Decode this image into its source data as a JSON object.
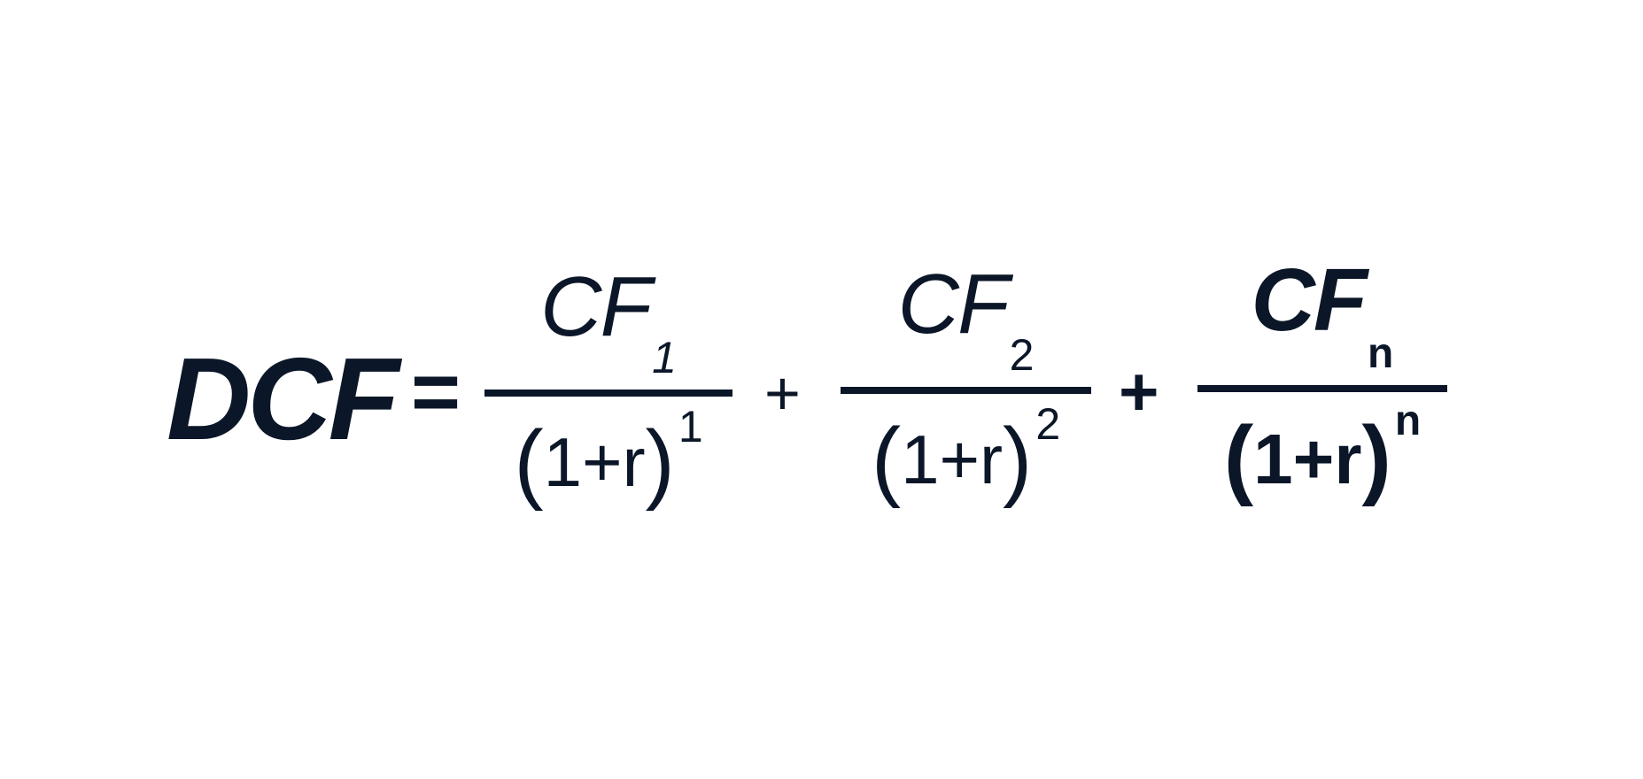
{
  "formula": {
    "lhs": "DCF",
    "equals": "=",
    "plus": "+",
    "terms": [
      {
        "numerator": "CF",
        "numerator_sub": "1",
        "denominator_open": "(",
        "denominator_base": "1+r",
        "denominator_close": ")",
        "exponent": "1",
        "bold": false
      },
      {
        "numerator": "CF",
        "numerator_sub": "2",
        "denominator_open": "(",
        "denominator_base": "1+r",
        "denominator_close": ")",
        "exponent": "2",
        "bold": false
      },
      {
        "numerator": "CF",
        "numerator_sub": "n",
        "denominator_open": "(",
        "denominator_base": "1+r",
        "denominator_close": ")",
        "exponent": "n",
        "bold": true
      }
    ]
  },
  "colors": {
    "text": "#0b1628",
    "background": "#ffffff"
  }
}
